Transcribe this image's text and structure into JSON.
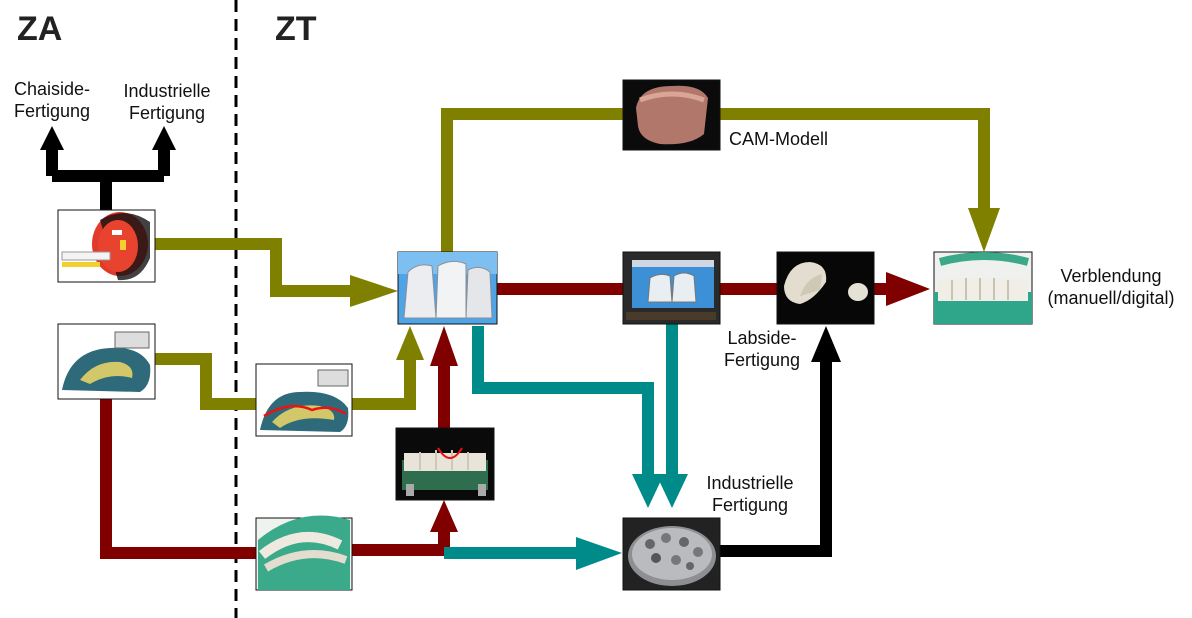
{
  "header": {
    "za": "ZA",
    "zt": "ZT"
  },
  "labels": {
    "chairside": [
      "Chaiside-",
      "Fertigung"
    ],
    "industrial_top": [
      "Industrielle",
      "Fertigung"
    ],
    "cam_model": "CAM-Modell",
    "veneer": [
      "Verblendung",
      "(manuell/digital)"
    ],
    "labside": [
      "Labside-",
      "Fertigung"
    ],
    "industrial_bottom": [
      "Industrielle",
      "Fertigung"
    ]
  },
  "colors": {
    "olive": "#7f7f00",
    "darkred": "#800000",
    "teal": "#008b8b",
    "black": "#000000"
  },
  "images": [
    "intraoral-scan-photo",
    "impression-tray-photo",
    "impression-scan-photo",
    "plaster-model-photo",
    "model-with-margin-photo",
    "scanned-crowns-render",
    "cam-model-photo",
    "cad-software-screen",
    "bridge-frame-photo",
    "milled-parts-plate-photo",
    "finished-restoration-photo"
  ]
}
